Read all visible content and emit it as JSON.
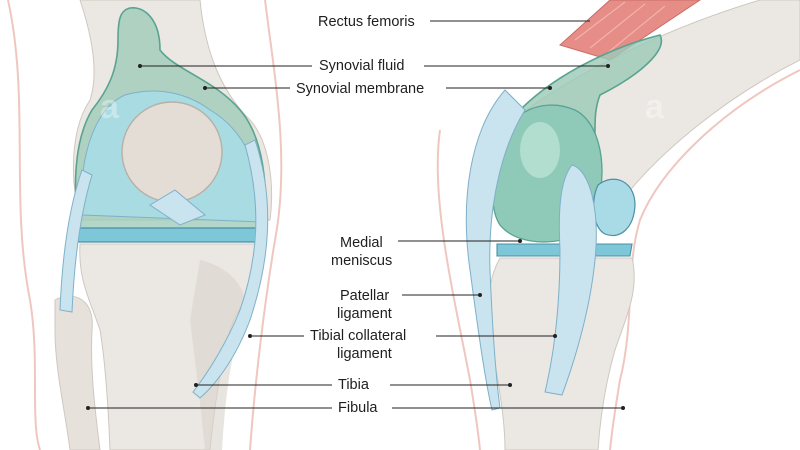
{
  "labels": {
    "rectus_femoris": "Rectus femoris",
    "synovial_fluid": "Synovial fluid",
    "synovial_membrane": "Synovial membrane",
    "medial_meniscus": [
      "Medial",
      "meniscus"
    ],
    "patellar_ligament": [
      "Patellar",
      "ligament"
    ],
    "tibial_collateral_ligament": [
      "Tibial collateral",
      "ligament"
    ],
    "tibia": "Tibia",
    "fibula": "Fibula"
  },
  "watermark": "a",
  "colors": {
    "bone": "#ebe7e2",
    "bone_shadow": "#d9d3cc",
    "cartilage": "#a9dbe6",
    "synovial": "#9ccbb8",
    "synovial_edge": "#5aa392",
    "ligament": "#c9e3ef",
    "ligament_edge": "#7fb0c9",
    "muscle": "#e58d86",
    "skin_outline": "#f0c7c0",
    "meniscus": "#7ec7d8"
  }
}
